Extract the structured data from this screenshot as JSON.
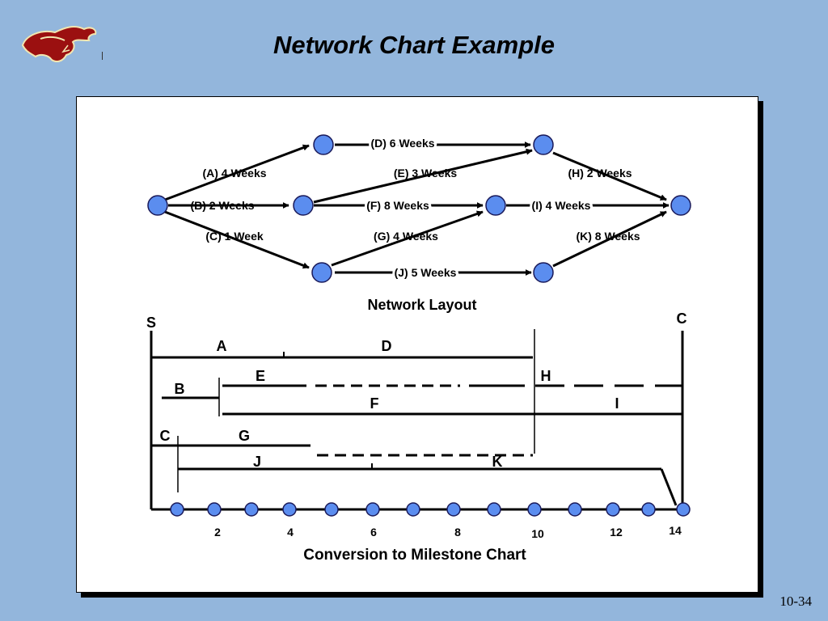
{
  "slide": {
    "title": "Network Chart Example",
    "slide_number": "10-34"
  },
  "logo": {
    "icon": "mustang-horse-icon"
  },
  "colors": {
    "background": "#93b6dc",
    "node_fill": "#5b8def",
    "node_stroke": "#1a1a5a",
    "line": "#000000"
  },
  "network": {
    "caption": "Network Layout",
    "activities": [
      {
        "id": "A",
        "label": "(A) 4 Weeks"
      },
      {
        "id": "B",
        "label": "(B) 2 Weeks"
      },
      {
        "id": "C",
        "label": "(C) 1 Week"
      },
      {
        "id": "D",
        "label": "(D) 6 Weeks"
      },
      {
        "id": "E",
        "label": "(E) 3 Weeks"
      },
      {
        "id": "F",
        "label": "(F) 8 Weeks"
      },
      {
        "id": "G",
        "label": "(G) 4 Weeks"
      },
      {
        "id": "H",
        "label": "(H) 2 Weeks"
      },
      {
        "id": "I",
        "label": "(I) 4 Weeks"
      },
      {
        "id": "J",
        "label": "(J) 5 Weeks"
      },
      {
        "id": "K",
        "label": "(K) 8 Weeks"
      }
    ]
  },
  "milestone": {
    "caption": "Conversion to Milestone Chart",
    "start_label": "S",
    "end_label": "C",
    "bars": [
      {
        "label": "A"
      },
      {
        "label": "D"
      },
      {
        "label": "E"
      },
      {
        "label": "H"
      },
      {
        "label": "B"
      },
      {
        "label": "F"
      },
      {
        "label": "I"
      },
      {
        "label": "C"
      },
      {
        "label": "G"
      },
      {
        "label": "J"
      },
      {
        "label": "K"
      }
    ],
    "axis_ticks": [
      "2",
      "4",
      "6",
      "8",
      "10",
      "12",
      "14"
    ]
  }
}
